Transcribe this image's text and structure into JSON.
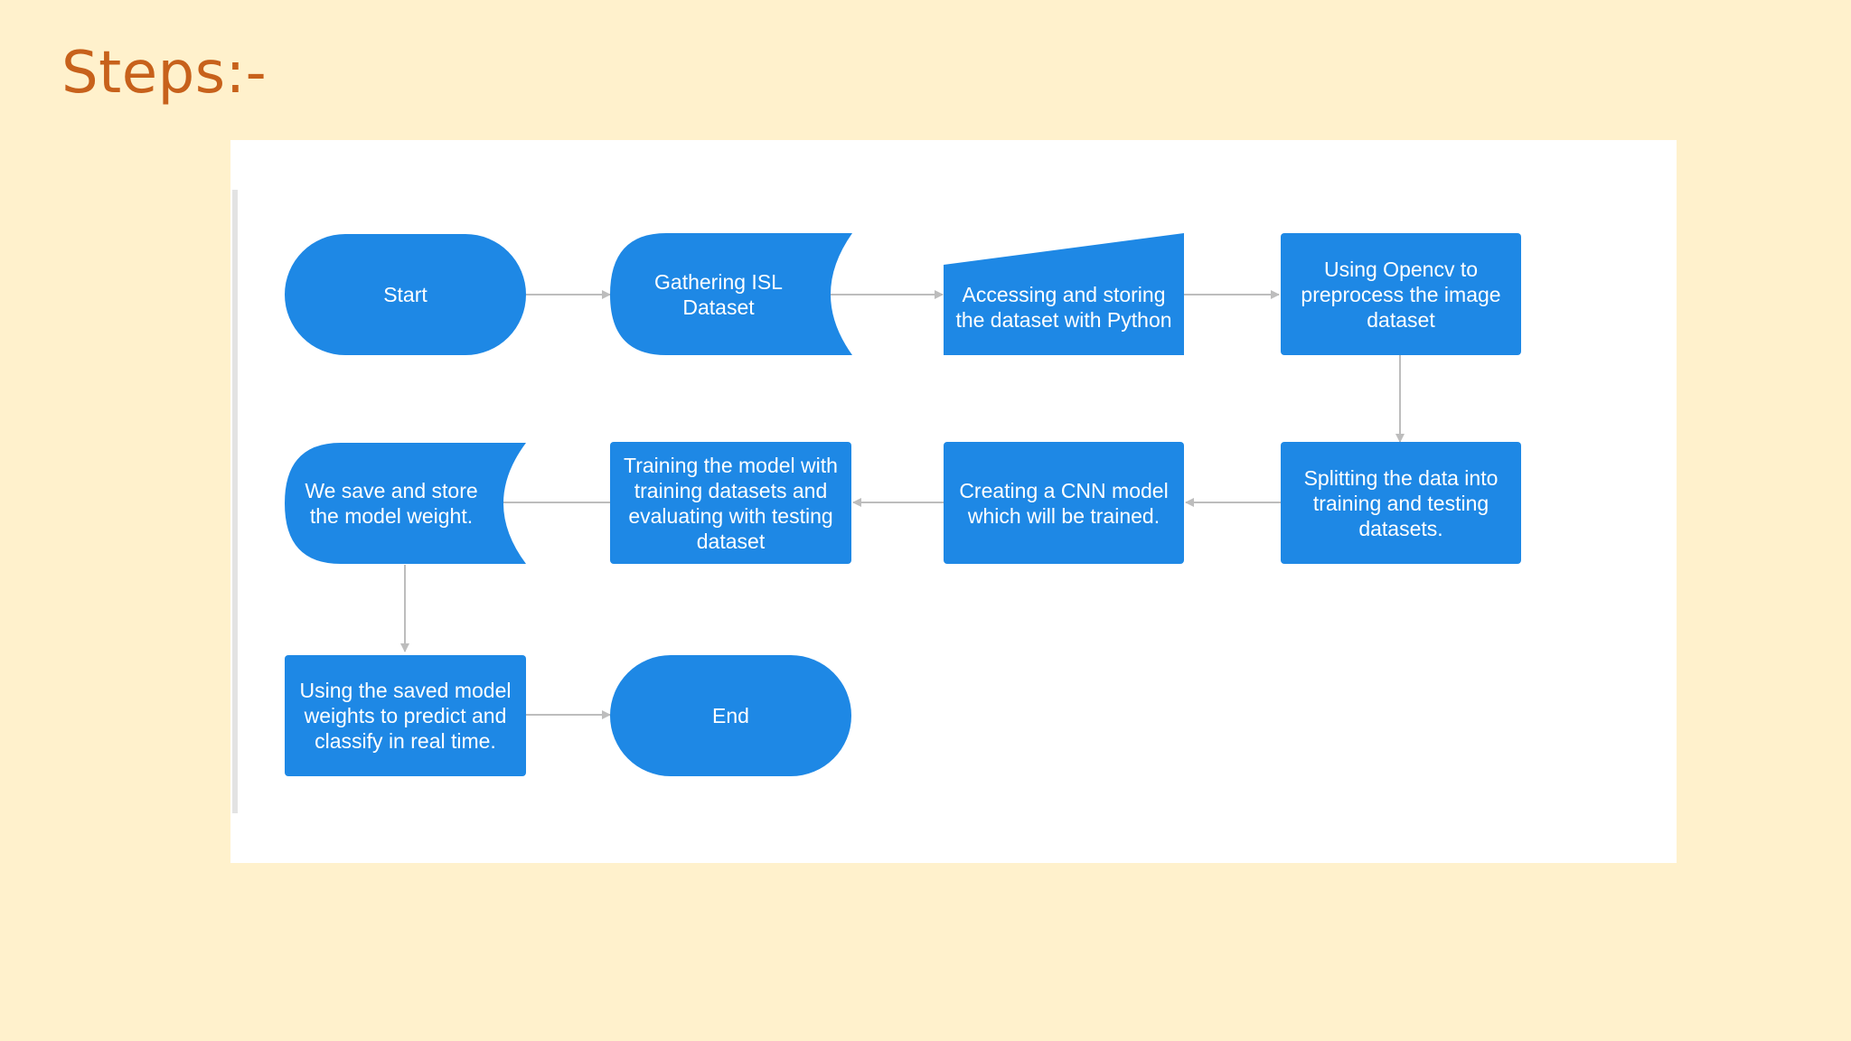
{
  "slide": {
    "title": "Steps:-"
  },
  "colors": {
    "node_fill": "#1e88e5",
    "connector": "#bdbdbd",
    "title": "#c7611b",
    "background": "#fff1cc"
  },
  "diagram": {
    "nodes": {
      "start": "Start",
      "gathering": "Gathering ISL Dataset",
      "accessing": "Accessing and storing the dataset with Python",
      "opencv": "Using Opencv to preprocess the image dataset",
      "splitting": "Splitting the data into training and testing datasets.",
      "creating_cnn": "Creating a CNN model which will be trained.",
      "training": "Training the model with training datasets and evaluating with testing dataset",
      "saving": "We save and store the model weight.",
      "predicting": "Using the saved model weights to predict and classify in real time.",
      "end": "End"
    },
    "edges": [
      [
        "start",
        "gathering"
      ],
      [
        "gathering",
        "accessing"
      ],
      [
        "accessing",
        "opencv"
      ],
      [
        "opencv",
        "splitting"
      ],
      [
        "splitting",
        "creating_cnn"
      ],
      [
        "creating_cnn",
        "training"
      ],
      [
        "training",
        "saving"
      ],
      [
        "saving",
        "predicting"
      ],
      [
        "predicting",
        "end"
      ]
    ]
  }
}
